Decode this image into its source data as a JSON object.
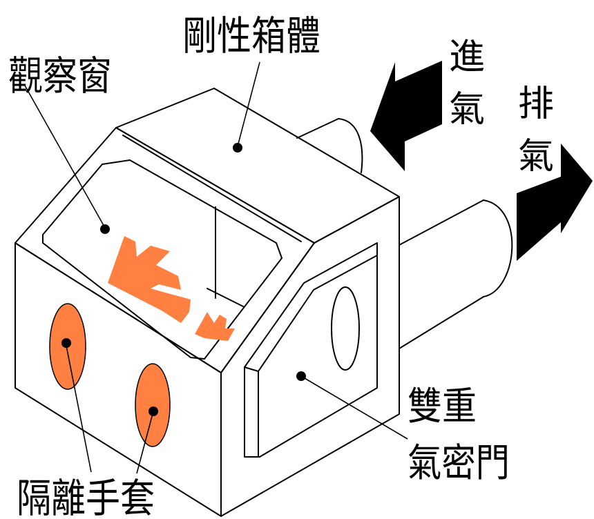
{
  "labels": {
    "rigid_box": "剛性箱體",
    "observation_window": "觀察窗",
    "gas_inlet_1": "進",
    "gas_inlet_2": "氣",
    "gas_exhaust_1": "排",
    "gas_exhaust_2": "氣",
    "double_door_1": "雙重",
    "double_door_2": "氣密門",
    "isolation_gloves": "隔離手套"
  },
  "colors": {
    "glove": "#ff8040",
    "line": "#000000",
    "background": "#ffffff"
  }
}
